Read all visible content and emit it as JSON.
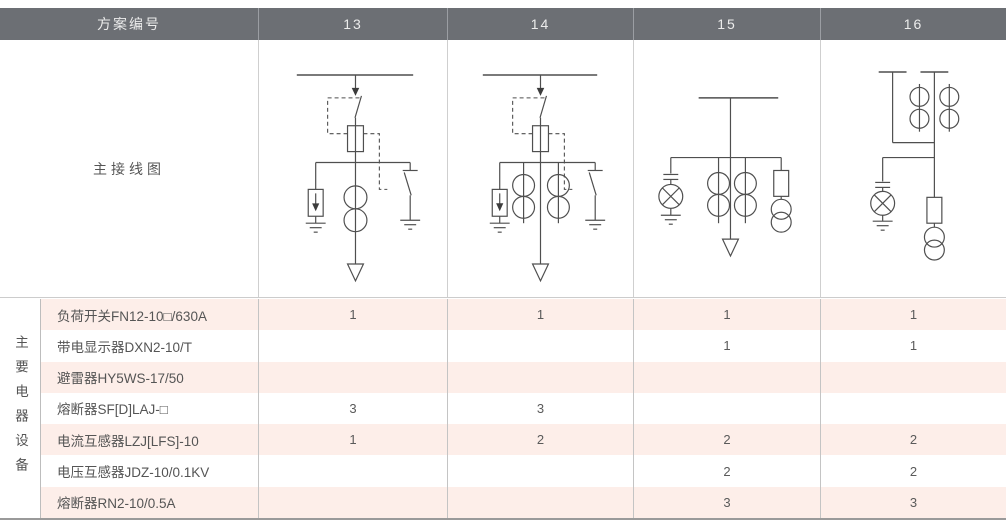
{
  "table": {
    "header": {
      "label": "方案编号",
      "schemes": [
        "13",
        "14",
        "15",
        "16"
      ]
    },
    "diagram_row_label": "主接线图",
    "group_label": "主要电器设备",
    "equipment_rows": [
      {
        "name": "负荷开关FN12-10□/630A",
        "values": [
          "1",
          "1",
          "1",
          "1"
        ]
      },
      {
        "name": "带电显示器DXN2-10/T",
        "values": [
          "",
          "",
          "1",
          "1"
        ]
      },
      {
        "name": "避雷器HY5WS-17/50",
        "values": [
          "",
          "",
          "",
          ""
        ]
      },
      {
        "name": "熔断器SF[D]LAJ-□",
        "values": [
          "3",
          "3",
          "",
          ""
        ]
      },
      {
        "name": "电流互感器LZJ[LFS]-10",
        "values": [
          "1",
          "2",
          "2",
          "2"
        ]
      },
      {
        "name": "电压互感器JDZ-10/0.1KV",
        "values": [
          "",
          "",
          "2",
          "2"
        ]
      },
      {
        "name": "熔断器RN2-10/0.5A",
        "values": [
          "",
          "",
          "3",
          "3"
        ]
      }
    ],
    "colors": {
      "header_bg": "#6c6f74",
      "header_text": "#ececec",
      "row_pink": "#fdeee9",
      "grid_line": "#c4c4c4",
      "bottom_border": "#9a9a9a",
      "diagram_stroke": "#4f4f4f",
      "text": "#555555"
    }
  }
}
